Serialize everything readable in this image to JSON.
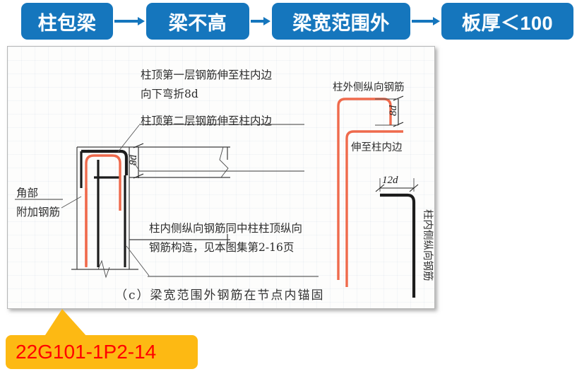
{
  "flow": {
    "steps": [
      {
        "label": "柱包梁"
      },
      {
        "label": "梁不高"
      },
      {
        "label": "梁宽范围外"
      },
      {
        "label": "板厚＜100"
      }
    ],
    "arrow_count": 3,
    "box_color": "#1576bd",
    "text_color": "#ffffff"
  },
  "diagram": {
    "caption": "（c）梁宽范围外钢筋在节点内锚固",
    "annotations": {
      "top_first_layer_line1": "柱顶第一层钢筋伸至柱内边",
      "top_first_layer_line2": "向下弯折8d",
      "top_second_layer": "柱顶第二层钢筋伸至柱内边",
      "corner_line1": "角部",
      "corner_line2": "附加钢筋",
      "inner_note_line1": "柱内侧纵向钢筋同中柱柱顶纵向",
      "inner_note_line2": "钢筋构造，见本图集第2-16页",
      "outer_bar": "柱外侧纵向钢筋",
      "extend_to_inner": "伸至柱内边",
      "inner_bar_vertical": "柱内侧纵向钢筋"
    },
    "dimensions": {
      "left_bend": "8d",
      "right_bend": "8d",
      "hook_length": "12d"
    },
    "rebar_colors": {
      "added_corner_bar": "#ef6a4c",
      "main_bar": "#1c1c1c"
    }
  },
  "callout": {
    "label": "22G101-1P2-14",
    "background": "#fdb913",
    "text_color": "#ff0000"
  }
}
